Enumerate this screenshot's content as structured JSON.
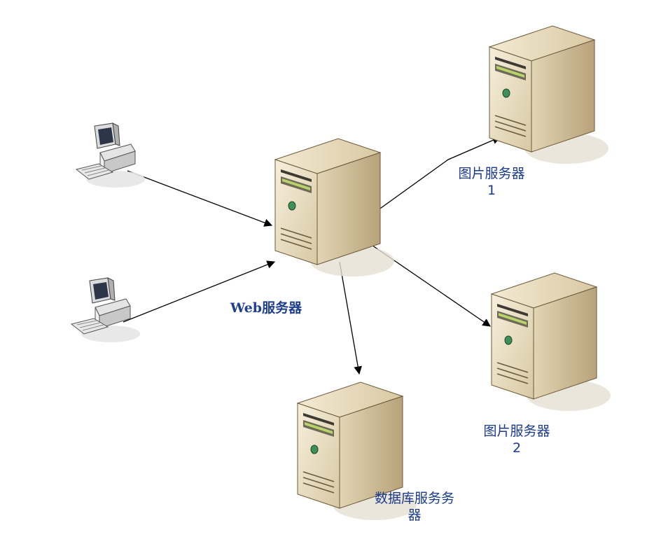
{
  "diagram": {
    "nodes": {
      "client1": {
        "type": "client-computer"
      },
      "client2": {
        "type": "client-computer"
      },
      "web_server": {
        "type": "server",
        "label": "Web服务器"
      },
      "image_server_1": {
        "type": "server",
        "label_line1": "图片服务器",
        "label_line2": "1"
      },
      "image_server_2": {
        "type": "server",
        "label_line1": "图片服务器",
        "label_line2": "2"
      },
      "db_server": {
        "type": "server",
        "label_line1": "数据库服务务",
        "label_line2": "器"
      }
    },
    "edges": [
      {
        "from": "client1",
        "to": "web_server"
      },
      {
        "from": "client2",
        "to": "web_server"
      },
      {
        "from": "web_server",
        "to": "image_server_1"
      },
      {
        "from": "web_server",
        "to": "image_server_2"
      },
      {
        "from": "web_server",
        "to": "db_server"
      }
    ],
    "colors": {
      "label_text": "#1a3a8c",
      "server_body": "#e8dcc0",
      "server_side": "#c9b48a",
      "edge": "#000000"
    }
  }
}
